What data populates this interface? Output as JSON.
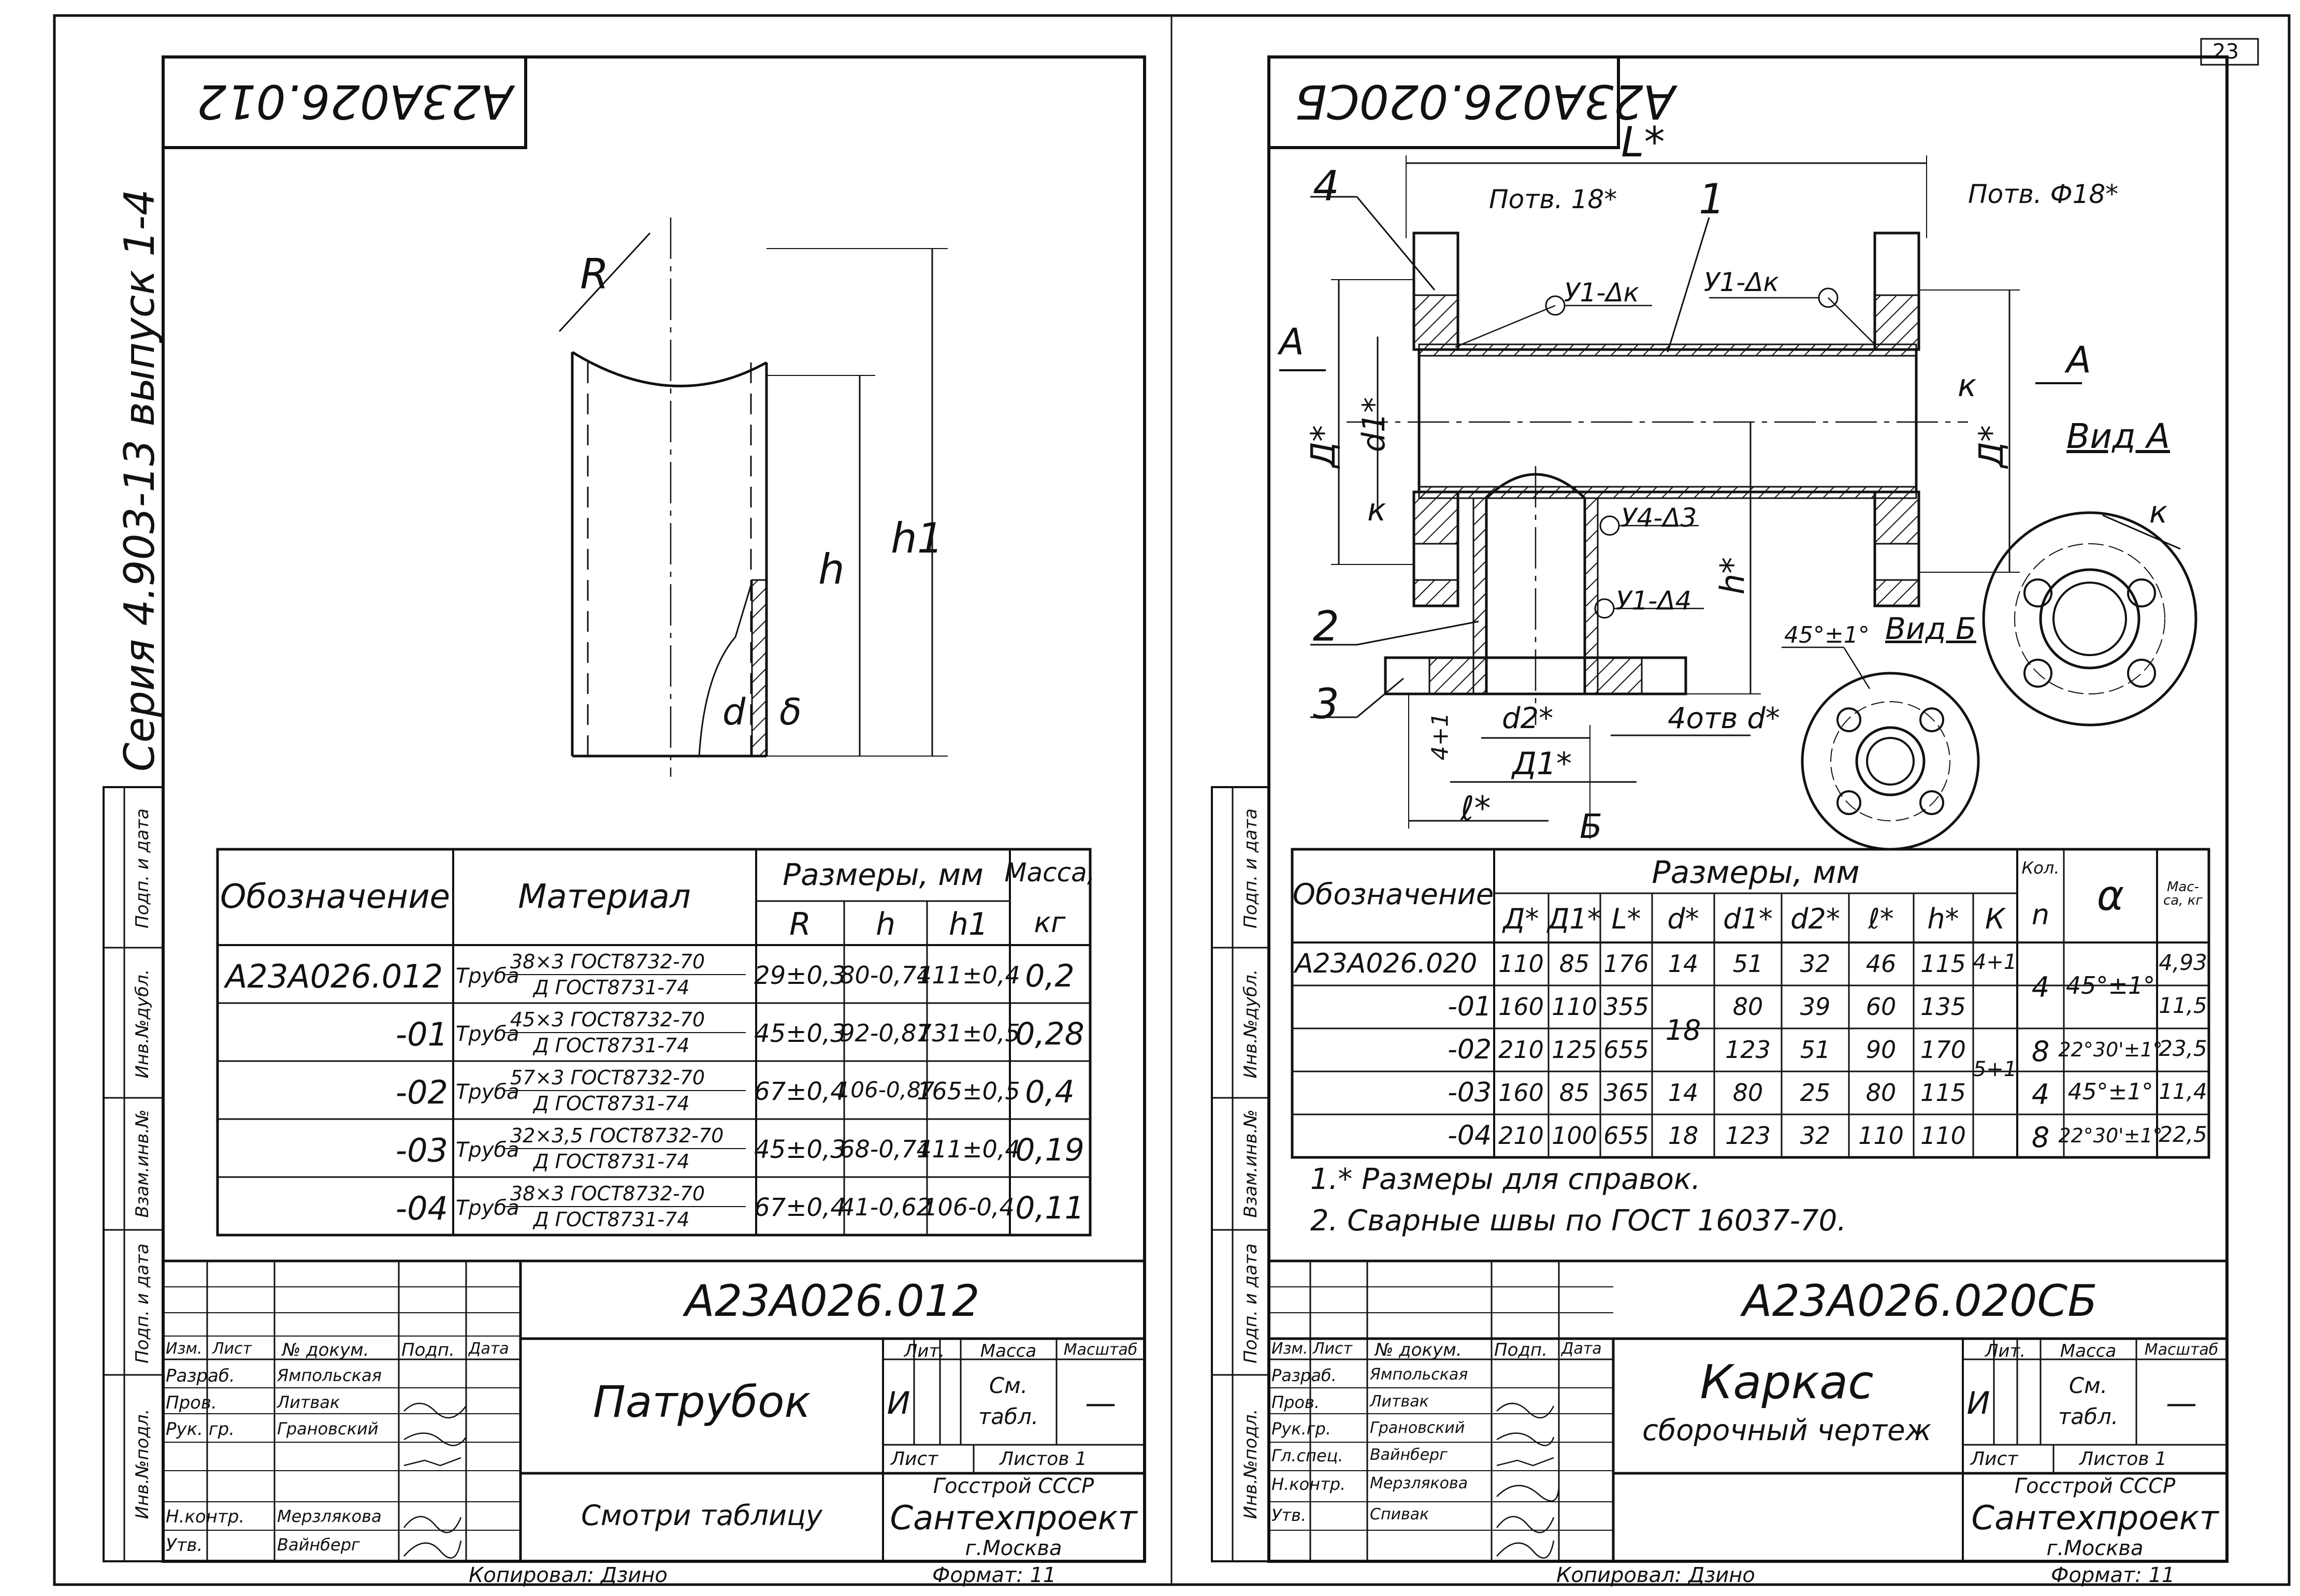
{
  "page_number": "23",
  "left": {
    "code_rotated": "А23А026.012",
    "series_text": "Серия 4.903-13  выпуск 1-4",
    "dims": {
      "R": "R",
      "h": "h",
      "h1": "h1",
      "d": "d",
      "delta": "δ"
    },
    "table": {
      "col_designation": "Обозначение",
      "col_material": "Материал",
      "col_sizes": "Размеры, мм",
      "col_mass": "Масса,",
      "col_mass_unit": "кг",
      "sub_R": "R",
      "sub_h": "h",
      "sub_h1": "h1",
      "rows": [
        {
          "des": "А23А026.012",
          "mat_main": "Труба",
          "mat_num": "38×3 ГОСТ8732-70",
          "mat_den": "Д  ГОСТ8731-74",
          "R": "29±0,3",
          "h": "80-0,74",
          "h1": "111±0,4",
          "mass": "0,2"
        },
        {
          "des": "-01",
          "mat_main": "Труба",
          "mat_num": "45×3 ГОСТ8732-70",
          "mat_den": "Д  ГОСТ8731-74",
          "R": "45±0,3",
          "h": "92-0,87",
          "h1": "131±0,5",
          "mass": "0,28"
        },
        {
          "des": "-02",
          "mat_main": "Труба",
          "mat_num": "57×3 ГОСТ8732-70",
          "mat_den": "Д  ГОСТ8731-74",
          "R": "67±0,4",
          "h": "106-0,87",
          "h1": "165±0,5",
          "mass": "0,4"
        },
        {
          "des": "-03",
          "mat_main": "Труба",
          "mat_num": "32×3,5 ГОСТ8732-70",
          "mat_den": "Д  ГОСТ8731-74",
          "R": "45±0,3",
          "h": "68-0,74",
          "h1": "111±0,4",
          "mass": "0,19"
        },
        {
          "des": "-04",
          "mat_main": "Труба",
          "mat_num": "38×3 ГОСТ8732-70",
          "mat_den": "Д  ГОСТ8731-74",
          "R": "67±0,4",
          "h": "41-0,62",
          "h1": "106-0,4",
          "mass": "0,11"
        }
      ]
    },
    "title_block": {
      "code": "А23А026.012",
      "name": "Патрубок",
      "material": "Смотри таблицу",
      "lit_label": "Лит.",
      "mass_label": "Масса",
      "scale_label": "Масштаб",
      "lit_value": "И",
      "mass_value_1": "См.",
      "mass_value_2": "табл.",
      "scale_value": "—",
      "sheet_label": "Лист",
      "sheets_label": "Листов 1",
      "org1": "Госстрой СССР",
      "org2": "Сантехпроект",
      "org3": "г.Москва",
      "hdr_izm": "Изм.",
      "hdr_list": "Лист",
      "hdr_doc": "№ докум.",
      "hdr_sign": "Подп.",
      "hdr_date": "Дата",
      "roles": [
        {
          "role": "Разраб.",
          "name": "Ямпольская"
        },
        {
          "role": "Пров.",
          "name": "Литвак"
        },
        {
          "role": "Рук. гр.",
          "name": "Грановский"
        },
        {
          "role": "",
          "name": ""
        },
        {
          "role": "Н.контр.",
          "name": "Мерзлякова"
        },
        {
          "role": "Утв.",
          "name": "Вайнберг"
        }
      ],
      "copied": "Копировал: Дзино",
      "format": "Формат: 11"
    },
    "side_labels": [
      "Инв.№подл.",
      "Подп. и дата",
      "Взам.инв.№",
      "Инв.№дубл.",
      "Подп. и дата"
    ]
  },
  "right": {
    "code_rotated": "А23А026.020СБ",
    "labels": {
      "L": "L*",
      "hole1": "Потв. 18*",
      "hole2": "Потв. Ф18*",
      "n1": "1",
      "n2": "2",
      "n3": "3",
      "n4": "4",
      "weld1": "У1-Δк",
      "weld2": "У1-Δк",
      "weld3": "У4-Δ3",
      "weld4": "У1-Δ4",
      "A1": "А",
      "A2": "А",
      "k1": "к",
      "k2": "к",
      "D": "Д*",
      "d1": "d1*",
      "D2": "Д*",
      "h": "h*",
      "vidA": "Вид А",
      "vidB": "Вид Б",
      "angle": "45°±1°",
      "k3": "к",
      "d2": "d2*",
      "D1": "Д1*",
      "holes_d": "4отв d*",
      "four": "4+1",
      "l": "ℓ*",
      "B": "Б"
    },
    "table": {
      "col_designation": "Обозначение",
      "col_sizes": "Размеры, мм",
      "col_qty": "Кол.",
      "col_n": "n",
      "col_alpha": "α",
      "col_mass": "Мас-са, кг",
      "sub": [
        "Д*",
        "Д1*",
        "L*",
        "d*",
        "d1*",
        "d2*",
        "ℓ*",
        "h*",
        "К"
      ],
      "rows": [
        {
          "des": "А23А026.020",
          "D": "110",
          "D1": "85",
          "L": "176",
          "d": "14",
          "d1": "51",
          "d2": "32",
          "l": "46",
          "h": "115",
          "K": "4+1",
          "n": "4",
          "alpha": "45°±1°",
          "mass": "4,93"
        },
        {
          "des": "-01",
          "D": "160",
          "D1": "110",
          "L": "355",
          "d": "18",
          "d1": "80",
          "d2": "39",
          "l": "60",
          "h": "135",
          "K": "",
          "n": "",
          "alpha": "",
          "mass": "11,5"
        },
        {
          "des": "-02",
          "D": "210",
          "D1": "125",
          "L": "655",
          "d": "",
          "d1": "123",
          "d2": "51",
          "l": "90",
          "h": "170",
          "K": "5+1",
          "n": "8",
          "alpha": "22°30'±1°",
          "mass": "23,5"
        },
        {
          "des": "-03",
          "D": "160",
          "D1": "85",
          "L": "365",
          "d": "14",
          "d1": "80",
          "d2": "25",
          "l": "80",
          "h": "115",
          "K": "",
          "n": "4",
          "alpha": "45°±1°",
          "mass": "11,4"
        },
        {
          "des": "-04",
          "D": "210",
          "D1": "100",
          "L": "655",
          "d": "18",
          "d1": "123",
          "d2": "32",
          "l": "110",
          "h": "110",
          "K": "",
          "n": "8",
          "alpha": "22°30'±1°",
          "mass": "22,5"
        }
      ]
    },
    "notes": [
      "1.* Размеры для справок.",
      "2. Сварные швы по ГОСТ 16037-70."
    ],
    "title_block": {
      "code": "А23А026.020СБ",
      "name": "Каркас",
      "subtitle": "сборочный чертеж",
      "lit_label": "Лит.",
      "mass_label": "Масса",
      "scale_label": "Масштаб",
      "lit_value": "И",
      "mass_value_1": "См.",
      "mass_value_2": "табл.",
      "scale_value": "—",
      "sheet_label": "Лист",
      "sheets_label": "Листов 1",
      "org1": "Госстрой СССР",
      "org2": "Сантехпроект",
      "org3": "г.Москва",
      "hdr_izm": "Изм.",
      "hdr_list": "Лист",
      "hdr_doc": "№ докум.",
      "hdr_sign": "Подп.",
      "hdr_date": "Дата",
      "roles": [
        {
          "role": "Разраб.",
          "name": "Ямпольская"
        },
        {
          "role": "Пров.",
          "name": "Литвак"
        },
        {
          "role": "Рук.гр.",
          "name": "Грановский"
        },
        {
          "role": "Гл.спец.",
          "name": "Вайнберг"
        },
        {
          "role": "Н.контр.",
          "name": "Мерзлякова"
        },
        {
          "role": "Утв.",
          "name": "Спивак"
        }
      ],
      "copied": "Копировал: Дзино",
      "format": "Формат: 11"
    },
    "side_labels": [
      "Инв.№подл.",
      "Подп. и дата",
      "Взам.инв.№",
      "Инв.№дубл.",
      "Подп. и дата"
    ]
  }
}
